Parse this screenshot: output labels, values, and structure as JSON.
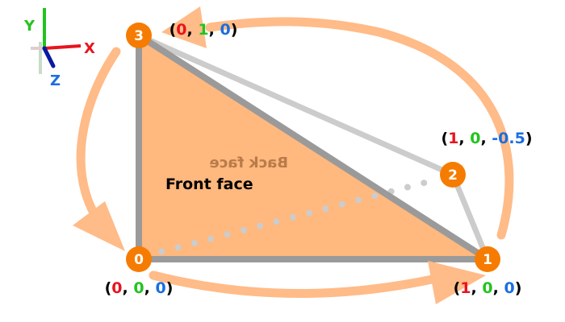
{
  "axes": {
    "x_label": "X",
    "y_label": "Y",
    "z_label": "Z"
  },
  "colors": {
    "x": "#e8141e",
    "y": "#22c41e",
    "z": "#1a6fe0",
    "vertex": "#f57c00",
    "front_fill": "#ffb87e",
    "arrow": "#ffbb88",
    "edge": "#9a9a9a",
    "back_edge": "#cccccc"
  },
  "faces": {
    "back_label": "Back face",
    "front_label": "Front face"
  },
  "vertices": [
    {
      "index": "0",
      "coord": {
        "open": "(",
        "x": "0",
        "y": "0",
        "z": "0",
        "close": ")"
      }
    },
    {
      "index": "1",
      "coord": {
        "open": "(",
        "x": "1",
        "y": "0",
        "z": "0",
        "close": ")"
      }
    },
    {
      "index": "2",
      "coord": {
        "open": "(",
        "x": "1",
        "y": "0",
        "z": "-0.5",
        "close": ")"
      }
    },
    {
      "index": "3",
      "coord": {
        "open": "(",
        "x": "0",
        "y": "1",
        "z": "0",
        "close": ")"
      }
    }
  ]
}
